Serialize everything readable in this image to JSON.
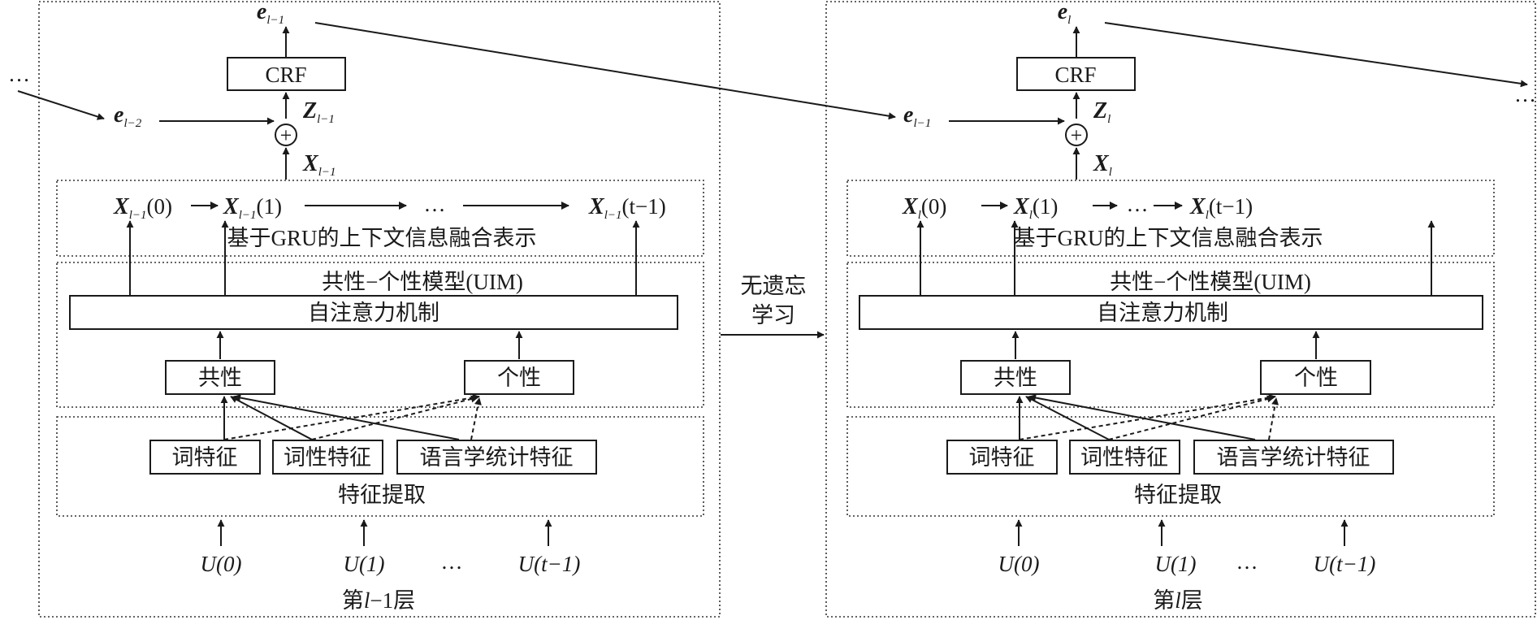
{
  "diagram": {
    "between_layers_label": [
      "无遗忘",
      "学习"
    ],
    "continuation": "…",
    "plus_symbol": "+",
    "layers": [
      {
        "caption_prefix": "第",
        "caption_var": "l",
        "caption_suffix": "−1层",
        "e_out": {
          "base": "e",
          "sub": "l−1"
        },
        "e_in": {
          "base": "e",
          "sub": "l−2"
        },
        "z": {
          "base": "Z",
          "sub": "l−1"
        },
        "x": {
          "base": "X",
          "sub": "l−1"
        },
        "crf": "CRF",
        "gru_label": "基于GRU的上下文信息融合表示",
        "gru_seq": [
          {
            "base": "X",
            "sub": "l−1",
            "arg": "(0)"
          },
          {
            "base": "X",
            "sub": "l−1",
            "arg": "(1)"
          },
          {
            "text": "…"
          },
          {
            "base": "X",
            "sub": "l−1",
            "arg": "(t−1)"
          }
        ],
        "uim_label": "共性−个性模型(UIM)",
        "attention": "自注意力机制",
        "common": "共性",
        "individual": "个性",
        "features": [
          "词特征",
          "词性特征",
          "语言学统计特征"
        ],
        "feature_extract": "特征提取",
        "inputs": [
          "U(0)",
          "U(1)",
          "…",
          "U(t−1)"
        ]
      },
      {
        "caption_prefix": "第",
        "caption_var": "l",
        "caption_suffix": "层",
        "e_out": {
          "base": "e",
          "sub": "l"
        },
        "e_in": {
          "base": "e",
          "sub": "l−1"
        },
        "z": {
          "base": "Z",
          "sub": "l"
        },
        "x": {
          "base": "X",
          "sub": "l"
        },
        "crf": "CRF",
        "gru_label": "基于GRU的上下文信息融合表示",
        "gru_seq": [
          {
            "base": "X",
            "sub": "l",
            "arg": "(0)"
          },
          {
            "base": "X",
            "sub": "l",
            "arg": "(1)"
          },
          {
            "text": "…"
          },
          {
            "base": "X",
            "sub": "l",
            "arg": "(t−1)"
          }
        ],
        "uim_label": "共性−个性模型(UIM)",
        "attention": "自注意力机制",
        "common": "共性",
        "individual": "个性",
        "features": [
          "词特征",
          "词性特征",
          "语言学统计特征"
        ],
        "feature_extract": "特征提取",
        "inputs": [
          "U(0)",
          "U(1)",
          "…",
          "U(t−1)"
        ]
      }
    ]
  }
}
